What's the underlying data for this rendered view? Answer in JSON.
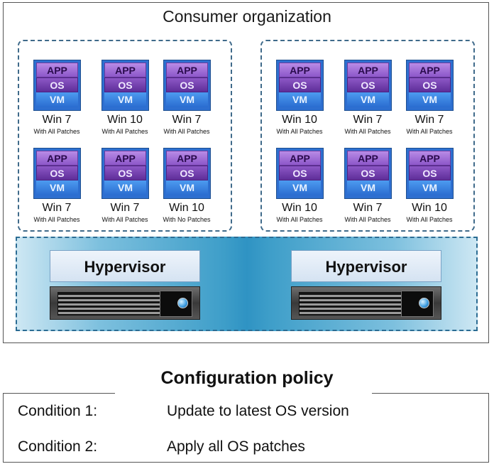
{
  "organization": {
    "title": "Consumer organization"
  },
  "vm_layers": {
    "app": "APP",
    "os": "OS",
    "vm": "VM"
  },
  "groups": [
    {
      "vms": [
        {
          "os": "Win 7",
          "patch": "With All Patches"
        },
        {
          "os": "Win 10",
          "patch": "With All Patches"
        },
        {
          "os": "Win 7",
          "patch": "With All Patches"
        },
        {
          "os": "Win 7",
          "patch": "With All Patches"
        },
        {
          "os": "Win 7",
          "patch": "With All Patches"
        },
        {
          "os": "Win 10",
          "patch": "With No Patches"
        }
      ]
    },
    {
      "vms": [
        {
          "os": "Win 10",
          "patch": "With All Patches"
        },
        {
          "os": "Win 7",
          "patch": "With All Patches"
        },
        {
          "os": "Win 7",
          "patch": "With All Patches"
        },
        {
          "os": "Win 10",
          "patch": "With All Patches"
        },
        {
          "os": "Win 7",
          "patch": "With All Patches"
        },
        {
          "os": "Win 10",
          "patch": "With All Patches"
        }
      ]
    }
  ],
  "hypervisors": [
    {
      "label": "Hypervisor"
    },
    {
      "label": "Hypervisor"
    }
  ],
  "policy": {
    "title": "Configuration policy",
    "conditions": [
      {
        "name": "Condition 1:",
        "text": "Update to latest OS version"
      },
      {
        "name": "Condition 2:",
        "text": "Apply all OS patches"
      }
    ]
  }
}
